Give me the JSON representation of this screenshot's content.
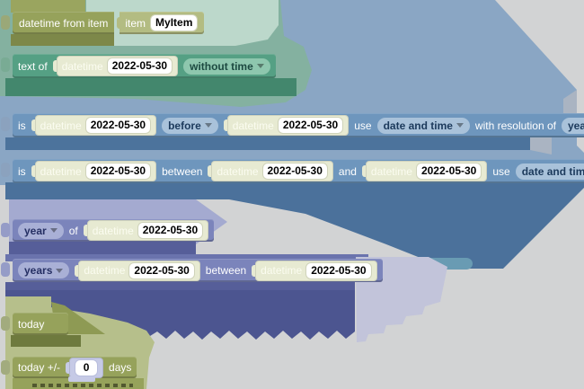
{
  "blocks": {
    "datetime_from_item": {
      "label": "datetime from item",
      "item_label": "item",
      "item_value": "MyItem"
    },
    "text_of": {
      "label": "text of",
      "field_label": "datetime",
      "field_value": "2022-05-30",
      "dropdown": "without time"
    },
    "is_compare": {
      "label_is": "is",
      "field_label": "datetime",
      "value1": "2022-05-30",
      "dropdown_op": "before",
      "value2": "2022-05-30",
      "label_use": "use",
      "dropdown_use": "date and time",
      "label_resolution": "with resolution of",
      "dropdown_resolution": "years"
    },
    "is_between": {
      "label_is": "is",
      "field_label": "datetime",
      "value1": "2022-05-30",
      "label_between": "between",
      "value2": "2022-05-30",
      "label_and": "and",
      "value3": "2022-05-30",
      "label_use": "use",
      "dropdown_use": "date and time"
    },
    "unit_of": {
      "dropdown_unit": "year",
      "label_of": "of",
      "field_label": "datetime",
      "value": "2022-05-30"
    },
    "units_between": {
      "dropdown_unit": "years",
      "field_label": "datetime",
      "value1": "2022-05-30",
      "label_between": "between",
      "value2": "2022-05-30"
    },
    "today": {
      "label": "today"
    },
    "today_offset": {
      "label_prefix": "today +/-",
      "value": "0",
      "label_suffix": "days"
    }
  },
  "colors": {
    "olive_block": "#96a25b",
    "olive_light": "#b3bc82",
    "teal_block": "#55a084",
    "teal_pill": "#8ec7ae",
    "blue_block": "#6e96bd",
    "blue_pill": "#a9c2da",
    "indigo_block": "#7b84bb",
    "indigo_pill": "#a9b0d6",
    "field_cream": "#e7ead2",
    "field_white": "#ffffff",
    "canvas_grey": "#d2d3d4"
  }
}
